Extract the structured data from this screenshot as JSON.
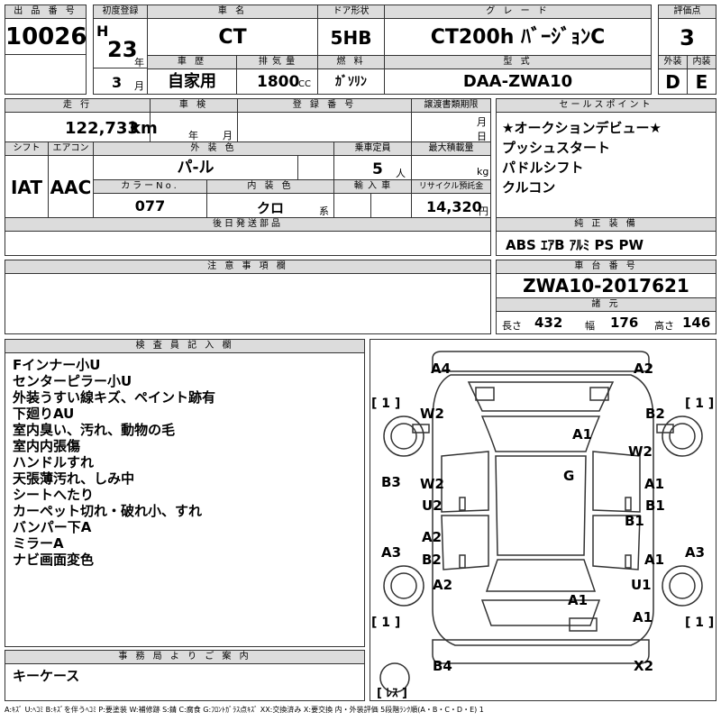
{
  "header": {
    "lot_no_label": "出 品 番 号",
    "lot_no": "10026",
    "first_reg_label": "初度登録",
    "era": "H",
    "year": "23",
    "year_unit": "年",
    "month": "3",
    "month_unit": "月",
    "name_label": "車 名",
    "name": "CT",
    "door_label": "ドア形状",
    "door": "5HB",
    "grade_label": "グ レ ー ド",
    "grade": "CT200h ﾊﾞｰｼﾞｮﾝC",
    "score_label": "評価点",
    "score": "3",
    "history_label": "車 歴",
    "history": "自家用",
    "displacement_label": "排 気 量",
    "displacement": "1800",
    "displacement_unit": "CC",
    "fuel_label": "燃 料",
    "fuel": "ｶﾞｿﾘﾝ",
    "model_label": "型 式",
    "model": "DAA-ZWA10",
    "exterior_label": "外装",
    "exterior_grade": "D",
    "interior_label": "内装",
    "interior_grade": "E"
  },
  "row2": {
    "mileage_label": "走 行",
    "mileage": "122,733",
    "mileage_unit": "km",
    "inspection_label": "車 検",
    "insp_year_unit": "年",
    "insp_month_unit": "月",
    "reg_no_label": "登 録 番 号",
    "transfer_label": "譲渡書類期限",
    "transfer_month_unit": "月",
    "transfer_day_unit": "日"
  },
  "specs": {
    "shift_label": "シフト",
    "shift": "IAT",
    "aircon_label": "エアコン",
    "aircon": "AAC",
    "ext_color_label": "外 装 色",
    "ext_color": "パ-ル",
    "capacity_label": "乗車定員",
    "capacity": "5",
    "capacity_unit": "人",
    "max_load_label": "最大積載量",
    "max_load_unit": "kg",
    "color_no_label": "カラーNo.",
    "color_no": "077",
    "int_color_label": "内 装 色",
    "int_color": "クロ",
    "int_color_unit": "系",
    "import_label": "輸 入 車",
    "recycle_label": "リサイクル預託金",
    "recycle": "14,320",
    "recycle_unit": "円"
  },
  "sales_points": {
    "title": "セールスポイント",
    "items": [
      "★オークションデビュー★",
      "プッシュスタート",
      "パドルシフト",
      "クルコン"
    ]
  },
  "later_parts": {
    "title": "後日発送部品"
  },
  "genuine": {
    "title": "純 正 装 備",
    "items": "ABS ｴｱB ｱﾙﾐ PS PW"
  },
  "notes": {
    "title": "注 意 事 項 欄"
  },
  "chassis": {
    "title": "車 台 番 号",
    "number": "ZWA10-2017621"
  },
  "dimensions": {
    "title": "諸 元",
    "length_label": "長さ",
    "length": "432",
    "width_label": "幅",
    "width": "176",
    "height_label": "高さ",
    "height": "146"
  },
  "inspector": {
    "title": "検 査 員 記 入 欄",
    "lines": [
      "Fインナー小U",
      "センターピラー小U",
      "外装うすい線キズ、ペイント跡有",
      "下廻りAU",
      "室内臭い、汚れ、動物の毛",
      "室内内張傷",
      "ハンドルすれ",
      "天張薄汚れ、しみ中",
      "シートへたり",
      "カーペット切れ・破れ小、すれ",
      "バンパー下A",
      "ミラーA",
      "ナビ画面変色"
    ]
  },
  "office": {
    "title": "事 務 局 よ り ご 案 内",
    "text": "キーケース"
  },
  "diagram": {
    "marks": [
      "A4",
      "A2",
      "W2",
      "B2",
      "A1",
      "W2",
      "G",
      "B3",
      "W2",
      "A1",
      "U2",
      "B1",
      "B1",
      "A2",
      "A3",
      "B2",
      "A1",
      "A3",
      "A2",
      "U1",
      "A1",
      "A1",
      "B4",
      "X2"
    ],
    "tires": [
      "[ 1 ]",
      "[ 1 ]",
      "[ 1 ]",
      "[ 1 ]"
    ],
    "spare": "[ ﾚｽ ]"
  },
  "legend": "A:ｷｽﾞ U:ﾍｺﾐ B:ｷｽﾞを伴うﾍｺﾐ P:要塗装 W:補修跡 S:錆 C:腐食 G:ﾌﾛﾝﾄｶﾞﾗｽ点ｷｽﾞ XX:交換済み X:要交換 内・外装評価 5段階ﾗﾝｸ順(A・B・C・D・E) 1"
}
